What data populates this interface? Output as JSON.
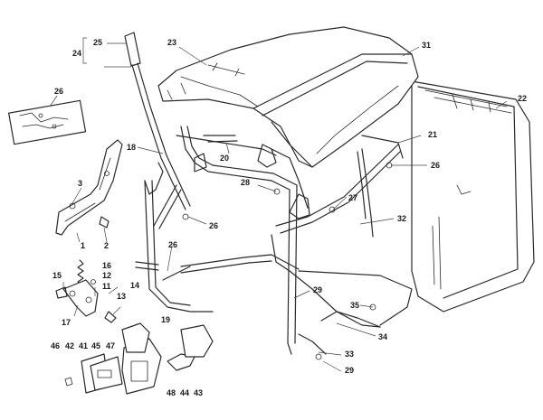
{
  "callouts": [
    {
      "label": "1"
    },
    {
      "label": "2"
    },
    {
      "label": "3"
    },
    {
      "label": "11"
    },
    {
      "label": "12"
    },
    {
      "label": "13"
    },
    {
      "label": "14"
    },
    {
      "label": "15"
    },
    {
      "label": "16"
    },
    {
      "label": "17"
    },
    {
      "label": "18"
    },
    {
      "label": "19"
    },
    {
      "label": "20"
    },
    {
      "label": "21"
    },
    {
      "label": "22"
    },
    {
      "label": "23"
    },
    {
      "label": "24"
    },
    {
      "label": "25"
    },
    {
      "label": "26"
    },
    {
      "label": "26"
    },
    {
      "label": "26"
    },
    {
      "label": "26"
    },
    {
      "label": "27"
    },
    {
      "label": "28"
    },
    {
      "label": "29"
    },
    {
      "label": "29"
    },
    {
      "label": "31"
    },
    {
      "label": "32"
    },
    {
      "label": "33"
    },
    {
      "label": "34"
    },
    {
      "label": "35"
    },
    {
      "label": "41"
    },
    {
      "label": "42"
    },
    {
      "label": "43"
    },
    {
      "label": "44"
    },
    {
      "label": "45"
    },
    {
      "label": "46"
    },
    {
      "label": "47"
    },
    {
      "label": "48"
    }
  ],
  "colors": {
    "line": "#2a2a2a",
    "background": "#ffffff"
  }
}
